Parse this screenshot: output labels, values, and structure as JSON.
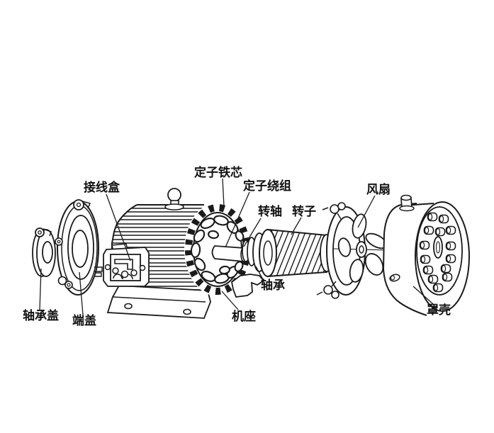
{
  "labels": {
    "junction_box": "接线盒",
    "stator_core": "定子铁芯",
    "stator_winding": "定子绕组",
    "shaft": "转轴",
    "rotor": "转子",
    "fan": "风扇",
    "bearing": "轴承",
    "frame": "机座",
    "bearing_cover": "轴承盖",
    "end_cover": "端盖",
    "fan_cover": "罩壳"
  },
  "colors": {
    "line": "#1a1a1a",
    "background": "#ffffff"
  }
}
